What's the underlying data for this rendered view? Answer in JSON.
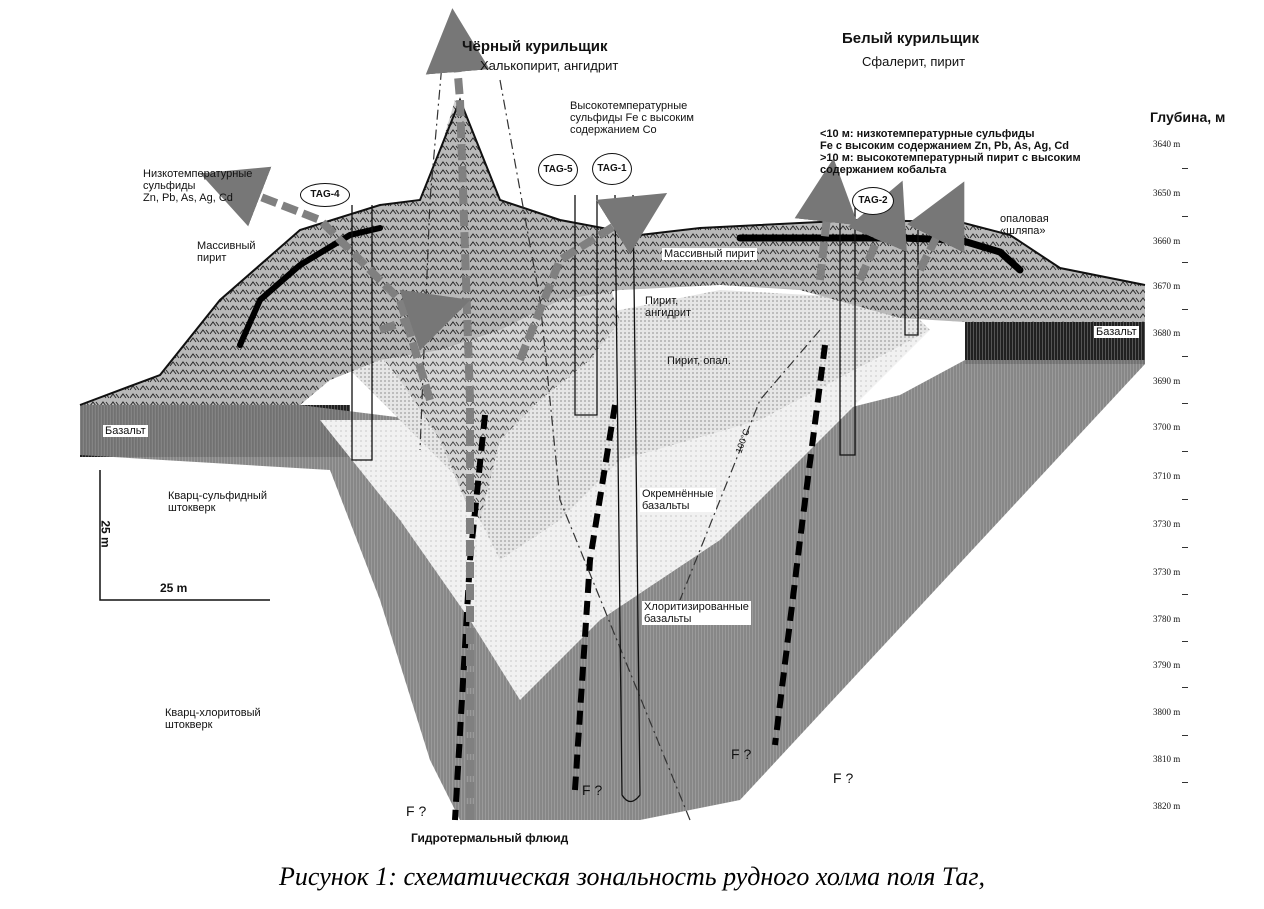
{
  "titles": {
    "black_smoker": "Чёрный курильщик",
    "black_smoker_minerals": "Халькопирит, ангидрит",
    "white_smoker": "Белый курильщик",
    "white_smoker_minerals": "Сфалерит, пирит"
  },
  "labels": {
    "high_temp_sulfides": [
      "Высокотемпературные",
      "сульфиды Fe с высоким",
      "содержанием Co"
    ],
    "low_temp_sulfides": [
      "Низкотемпературные",
      "сульфиды",
      "Zn, Pb, As, Ag, Cd"
    ],
    "white_note": [
      "<10 м: низкотемпературные сульфиды",
      "Fe с высоким содержанием Zn, Pb, As, Ag, Cd",
      ">10 м: высокотемпературный пирит с высоким",
      "содержанием кобальта"
    ],
    "massive_pyrite_left": [
      "Массивный",
      "пирит"
    ],
    "massive_pyrite_center": "Массивный пирит",
    "opal_cap": [
      "опаловая",
      "«шляпа»"
    ],
    "pyrite_anhydrite": [
      "Пирит,",
      "ангидрит"
    ],
    "pyrite_opal": "Пирит, опал.",
    "basalt_left": "Базальт",
    "basalt_right": "Базальт",
    "quartz_sulfide": [
      "Кварц-сульфидный",
      "штокверк"
    ],
    "silicified": [
      "Окремнённые",
      "базальты"
    ],
    "chloritized": [
      "Хлоритизированные",
      "базальты"
    ],
    "quartz_chlorite": [
      "Кварц-хлоритовый",
      "штокверк"
    ],
    "fluid": "Гидротермальный флюид",
    "f1": "F ?",
    "f2": "F ?",
    "f3": "F ?",
    "f4": "F ?",
    "isotherm": "100°C",
    "scale_v": "25 m",
    "scale_h": "25 m"
  },
  "boreholes": [
    "TAG-4",
    "TAG-5",
    "TAG-1",
    "TAG-2"
  ],
  "depth_axis": {
    "title": "Глубина, м",
    "ticks": [
      "3640 m",
      "3650 m",
      "3660 m",
      "3670 m",
      "3680 m",
      "3690 m",
      "3700 m",
      "3710 m",
      "3730 m",
      "3730 m",
      "3780 m",
      "3790 m",
      "3800 m",
      "3810 m",
      "3820 m"
    ]
  },
  "caption": "Рисунок 1: схематическая зональность рудного холма поля Таг,"
}
